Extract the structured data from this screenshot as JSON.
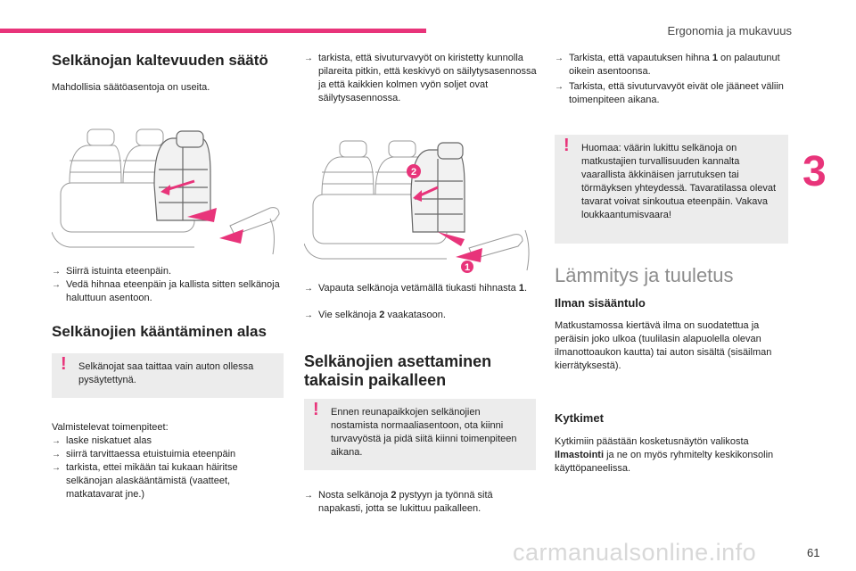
{
  "header": {
    "section_title": "Ergonomia ja mukavuus",
    "chapter": "3",
    "page": "61"
  },
  "watermark": "carmanualsonline.info",
  "col1": {
    "title": "Selkänojan kaltevuuden säätö",
    "intro": "Mahdollisia säätöasentoja on useita.",
    "bullets": [
      "Siirrä istuinta eteenpäin.",
      "Vedä hihnaa eteenpäin ja kallista sitten selkänoja haluttuun asentoon."
    ],
    "title2": "Selkänojien kääntäminen alas",
    "warning": "Selkänojat saa taittaa vain auton ollessa pysäytettynä.",
    "prep": "Valmistelevat toimenpiteet:",
    "prep_items": [
      "laske niskatuet alas",
      "siirrä tarvittaessa etuistuimia eteenpäin",
      "tarkista, ettei mikään tai kukaan häiritse selkänojan alaskääntämistä (vaatteet, matkatavarat jne.)"
    ]
  },
  "col2": {
    "top_bullet": "tarkista, että sivuturvavyöt on kiristetty kunnolla pilareita pitkin, että keskivyö on säilytysasennossa ja että kaikkien kolmen vyön soljet ovat säilytysasennossa.",
    "marker1": "1",
    "marker2": "2",
    "b1_text": "Vapauta selkänoja vetämällä tiukasti hihnasta ",
    "b1_num": "1",
    "b1_end": ".",
    "b2_text": "Vie selkänoja ",
    "b2_num": "2",
    "b2_end": " vaakatasoon.",
    "title": "Selkänojien asettaminen takaisin paikalleen",
    "warning": "Ennen reunapaikkojen selkänojien nostamista normaaliasentoon, ota kiinni turvavyöstä ja pidä siitä kiinni toimenpiteen aikana.",
    "b3_text": "Nosta selkänoja ",
    "b3_num": "2",
    "b3_end": " pystyyn ja työnnä sitä napakasti, jotta se lukittuu paikalleen."
  },
  "col3": {
    "b1_text": "Tarkista, että vapautuksen hihna ",
    "b1_num": "1",
    "b1_end": " on palautunut oikein asentoonsa.",
    "b2_text": "Tarkista, että sivuturvavyöt eivät ole jääneet väliin toimenpiteen aikana.",
    "warning": "Huomaa: väärin lukittu selkänoja on matkustajien turvallisuuden kannalta vaarallista äkkinäisen jarrutuksen tai törmäyksen yhteydessä. Tavaratilassa olevat tavarat voivat sinkoutua eteenpäin. Vakava loukkaantumisvaara!",
    "h1": "Lämmitys ja tuuletus",
    "h2": "Ilman sisääntulo",
    "p1": "Matkustamossa kiertävä ilma on suodatettua ja peräisin joko ulkoa (tuulilasin alapuolella olevan ilmanottoaukon kautta) tai auton sisältä (sisäilman kierrätyksestä).",
    "h3": "Kytkimet",
    "p2_a": "Kytkimiin päästään kosketusnäytön valikosta ",
    "p2_b": "Ilmastointi",
    "p2_c": " ja ne on myös ryhmitelty keskikonsolin käyttöpaneelissa."
  },
  "colors": {
    "accent": "#e8347a",
    "warning_bg": "#ececec",
    "heading_gray": "#8c8c8c"
  }
}
